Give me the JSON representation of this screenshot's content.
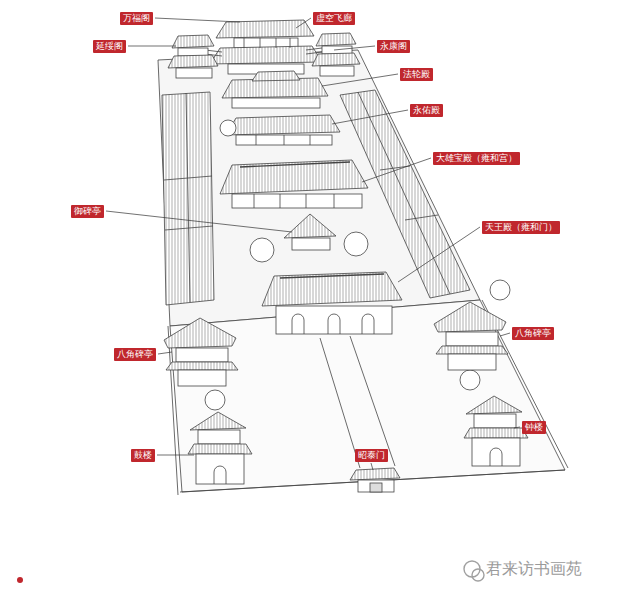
{
  "diagram": {
    "nodes": [
      {
        "text": [
          "万福阁"
        ]
      },
      {
        "text": [
          "虚空飞廊"
        ]
      },
      {
        "text": [
          "延绥阁"
        ]
      },
      {
        "text": [
          "永康阁"
        ]
      },
      {
        "text": [
          "法轮殿"
        ]
      },
      {
        "text": [
          "永佑殿"
        ]
      },
      {
        "text": [
          "大雄宝殿（雍和宫）"
        ]
      },
      {
        "text": [
          "御碑亭"
        ]
      },
      {
        "text": [
          "天王殿（雍和门）"
        ]
      },
      {
        "text": [
          "八角碑亭"
        ]
      },
      {
        "text": [
          "八角碑亭"
        ]
      },
      {
        "text": [
          "钟楼"
        ]
      },
      {
        "text": [
          "鼓楼"
        ]
      },
      {
        "text": [
          "昭泰门"
        ]
      }
    ],
    "labels": [
      "君来访书画苑"
    ]
  }
}
